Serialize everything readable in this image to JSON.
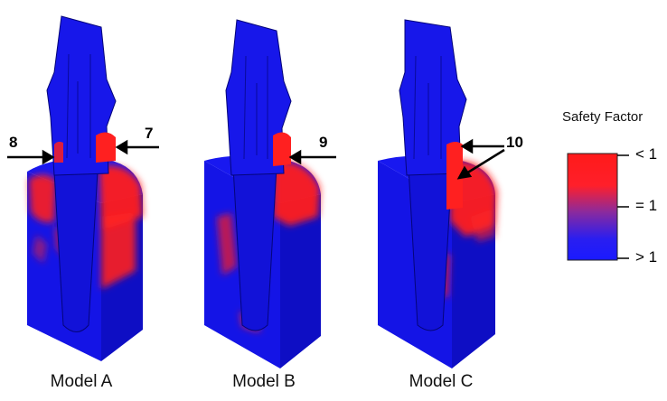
{
  "models": [
    {
      "label": "Model A"
    },
    {
      "label": "Model B"
    },
    {
      "label": "Model C"
    }
  ],
  "callouts": [
    "8",
    "7",
    "9",
    "10"
  ],
  "legend": {
    "title": "Safety Factor",
    "ticks": [
      "< 1",
      "= 1",
      "> 1"
    ],
    "colors": {
      "low": "#ff1a1a",
      "mid": "#8a2a9e",
      "high": "#1a1aff"
    }
  },
  "colors": {
    "body": "#1515e8",
    "body_dark": "#0c0cb8",
    "stress": "#ff1f1f",
    "outline": "#05057a"
  }
}
